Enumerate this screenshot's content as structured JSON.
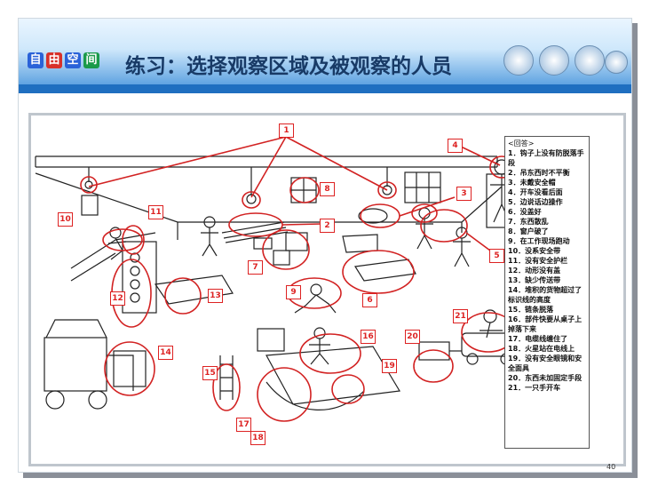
{
  "header": {
    "badges": [
      "自",
      "由",
      "空",
      "间"
    ],
    "badge_colors": [
      "#2a62d8",
      "#d8312a",
      "#2a62d8",
      "#1a9a4a"
    ],
    "title": "练习：选择观察区域及被观察的人员"
  },
  "answers": {
    "header": "<回答>",
    "items": [
      "1．钩子上没有防脱落手段",
      "2．吊东西时不平衡",
      "3．未戴安全帽",
      "4．开车没看后面",
      "5．边说话边操作",
      "6．没盖好",
      "7．东西散乱",
      "8．窗户破了",
      "9．在工作现场跑动",
      "10．没系安全带",
      "11．没有安全护栏",
      "12．动形没有盖",
      "13．缺少传送带",
      "14．堆积的货物超过了标识线的高度",
      "15．链条脱落",
      "16．部件快要从桌子上掉落下来",
      "17．电缆线缠住了",
      "18．火星站在电线上",
      "19．没有安全眼镜和安全面具",
      "20．东西未加固定手段",
      "21．一只手开车"
    ]
  },
  "markers": [
    "1",
    "2",
    "3",
    "4",
    "5",
    "6",
    "7",
    "8",
    "9",
    "10",
    "11",
    "12",
    "13",
    "14",
    "15",
    "16",
    "17",
    "18",
    "19",
    "20",
    "21"
  ],
  "page_number": "40",
  "colors": {
    "marker": "#d22222",
    "header_bar": "#1f6fc0",
    "title": "#183a66"
  }
}
